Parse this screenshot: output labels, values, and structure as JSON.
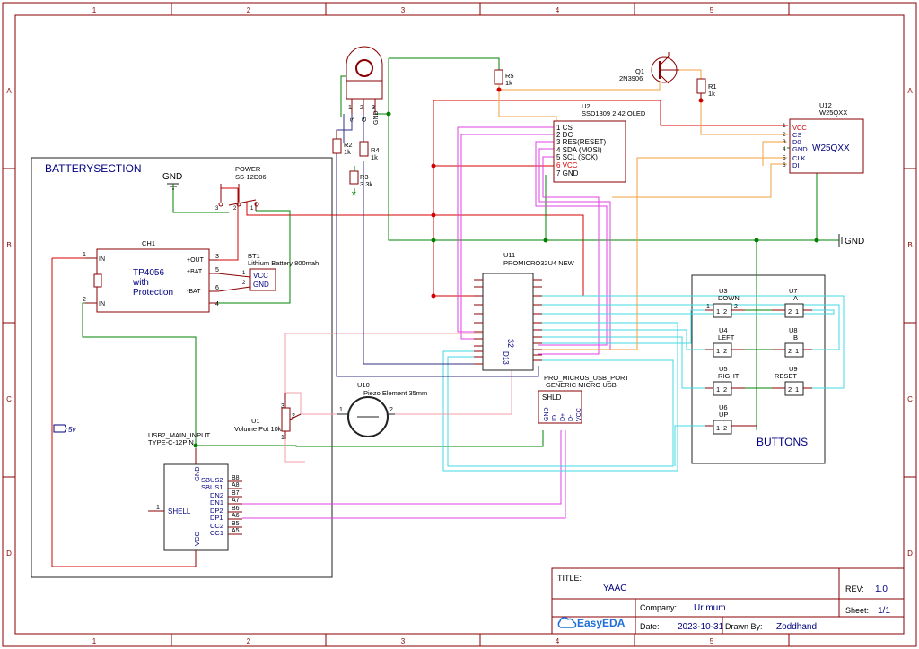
{
  "frame": {
    "col_markers": [
      "1",
      "2",
      "3",
      "4",
      "5"
    ],
    "row_markers": [
      "A",
      "B",
      "C",
      "D"
    ]
  },
  "battery_section": {
    "title": "BATTERYSECTION"
  },
  "buttons_section": {
    "title": "BUTTONS"
  },
  "net_labels": {
    "gnd": "GND",
    "five_v": "5v"
  },
  "components": {
    "power_switch": {
      "ref": "POWER",
      "value": "SS-12D06",
      "pins": [
        "3",
        "2",
        "1"
      ]
    },
    "charger": {
      "ref": "CH1",
      "name_lines": [
        "TP4056",
        "with",
        "Protection"
      ],
      "pins_left": [
        "1",
        "IN",
        "2",
        "IN"
      ],
      "pins_right": [
        "+OUT",
        "3",
        "+BAT",
        "5",
        "-BAT",
        "6",
        "4"
      ]
    },
    "battery": {
      "ref": "BT1",
      "value": "Lithium Battery 800mah",
      "pins": [
        "VCC",
        "GND",
        "1",
        "2"
      ]
    },
    "ir_sensor": {
      "pins": [
        "S",
        "G",
        "GND",
        "1",
        "2",
        "3"
      ]
    },
    "r1": {
      "ref": "R1",
      "value": "1k"
    },
    "r2": {
      "ref": "R2",
      "value": "1k"
    },
    "r3": {
      "ref": "R3",
      "value": "3.3k"
    },
    "r4": {
      "ref": "R4",
      "value": "1k"
    },
    "r5": {
      "ref": "R5",
      "value": "1k"
    },
    "transistor": {
      "ref": "Q1",
      "value": "2N3906"
    },
    "oled": {
      "ref": "U2",
      "value": "SSD1309 2.42 OLED",
      "pins": [
        "1 CS",
        "2 DC",
        "3 RES(RESET)",
        "4 SDA (MOSI)",
        "5 SCL (SCK)",
        "6 VCC",
        "7 GND"
      ]
    },
    "flash": {
      "ref": "U12",
      "value": "W25QXX",
      "center": "W25QXX",
      "pins": [
        "1",
        "2",
        "3",
        "4",
        "5",
        "6"
      ],
      "pin_names": [
        "VCC",
        "CS",
        "D0",
        "GND",
        "CLK",
        "DI"
      ]
    },
    "mcu": {
      "ref": "U11",
      "value": "PROMICRO32U4 NEW",
      "body_label": "32",
      "body_label2": "D13"
    },
    "pot": {
      "ref": "U1",
      "value": "Volume Pot 10k",
      "pins": [
        "3",
        "2",
        "1"
      ]
    },
    "piezo": {
      "ref": "U10",
      "value": "Piezo Element 35mm",
      "pins": [
        "1",
        "2"
      ]
    },
    "micro_usb": {
      "ref": "PRO_MICROS_USB_PORT",
      "value": "GENERIC MICRO USB",
      "body": "SHLD",
      "pins": [
        "GND",
        "ID",
        "D+",
        "D-",
        "VCC"
      ]
    },
    "usb_c": {
      "ref": "USB2_MAIN_INPUT",
      "value": "TYPE-C-12PIN",
      "left_label": "SHELL",
      "left_pin": "1",
      "top_label": "GND",
      "bottom_label": "VCC",
      "signals": [
        "SBUS2",
        "SBUS1",
        "DN2",
        "DN1",
        "DP2",
        "DP1",
        "CC2",
        "CC1"
      ],
      "pins": [
        "B8",
        "A8",
        "B7",
        "A7",
        "B6",
        "A6",
        "B5",
        "A5"
      ]
    }
  },
  "buttons": [
    {
      "ref": "U3",
      "label": "DOWN",
      "pins": [
        "1",
        "2"
      ]
    },
    {
      "ref": "U4",
      "label": "LEFT",
      "pins": [
        "1",
        "2"
      ]
    },
    {
      "ref": "U5",
      "label": "RIGHT",
      "pins": [
        "1",
        "2"
      ]
    },
    {
      "ref": "U6",
      "label": "UP",
      "pins": [
        "1",
        "2"
      ]
    },
    {
      "ref": "U7",
      "label": "A",
      "pins": [
        "2",
        "1"
      ]
    },
    {
      "ref": "U8",
      "label": "B",
      "pins": [
        "2",
        "1"
      ]
    },
    {
      "ref": "U9",
      "label": "RESET",
      "pins": [
        "2",
        "1"
      ]
    }
  ],
  "title_block": {
    "title_label": "TITLE:",
    "title": "YAAC",
    "rev_label": "REV:",
    "rev": "1.0",
    "company_label": "Company:",
    "company": "Ur mum",
    "sheet_label": "Sheet:",
    "sheet": "1/1",
    "date_label": "Date:",
    "date": "2023-10-31",
    "drawn_label": "Drawn By:",
    "drawn": "Zoddhand",
    "logo": "EasyEDA"
  },
  "colors": {
    "frame": "#8a0000",
    "wire_red": "#d40000",
    "wire_green": "#008000",
    "wire_magenta": "#e040e0",
    "wire_cyan": "#40d8e0",
    "wire_orange": "#f0a040",
    "wire_pink": "#f0a0a8",
    "wire_navy": "#303080",
    "body": "#8a0000",
    "text_blue": "#000080"
  }
}
